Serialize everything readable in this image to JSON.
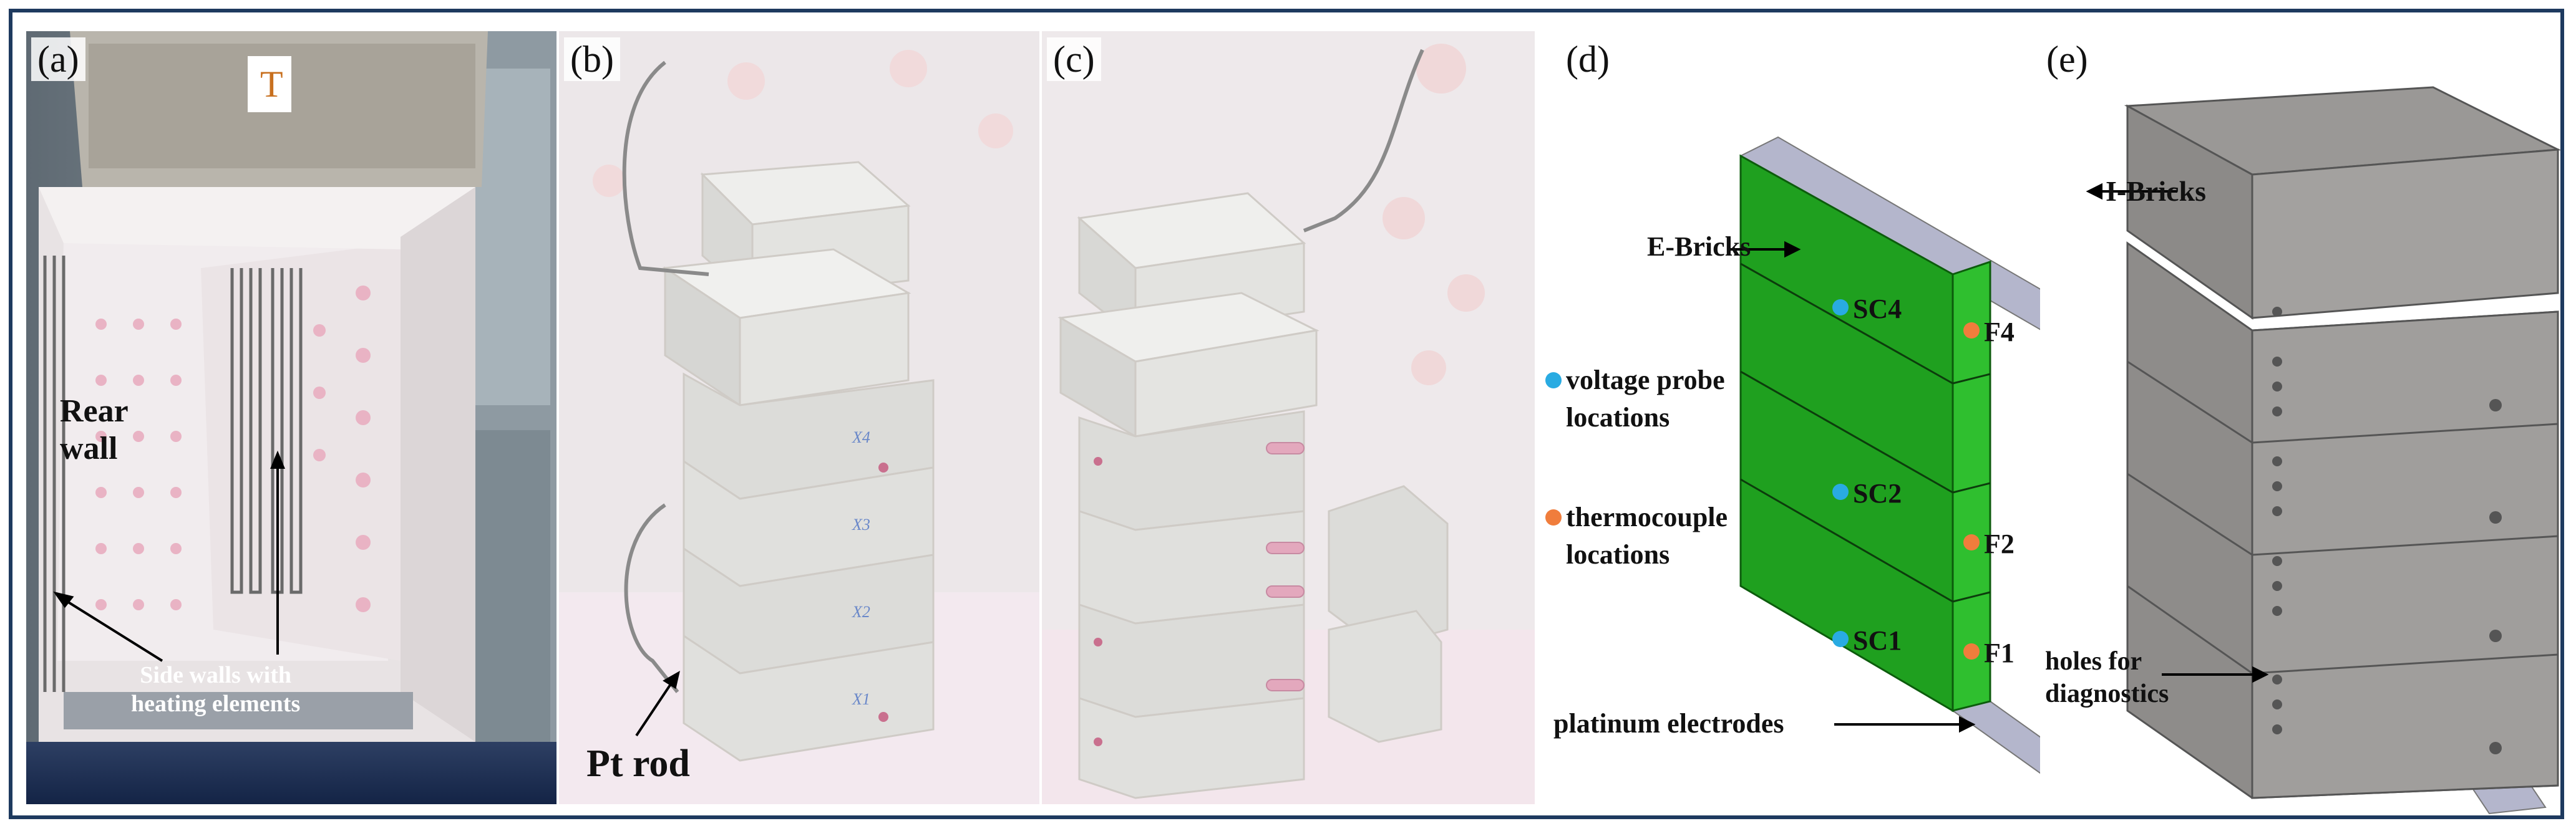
{
  "panels": {
    "a": {
      "label": "(a)",
      "rear_wall_line1": "Rear",
      "rear_wall_line2": "wall",
      "side_walls_line1": "Side walls with",
      "side_walls_line2": "heating elements"
    },
    "b": {
      "label": "(b)",
      "pt_rod": "Pt rod",
      "brick_marks": [
        "X4",
        "X3",
        "X2",
        "X1"
      ]
    },
    "c": {
      "label": "(c)"
    },
    "d": {
      "label": "(d)",
      "e_bricks": "E-Bricks",
      "voltage_probe_line1": "voltage probe",
      "voltage_probe_line2": "locations",
      "thermocouple_line1": "thermocouple",
      "thermocouple_line2": "locations",
      "platinum_electrodes": "platinum electrodes",
      "points": [
        "SC4",
        "SC2",
        "SC1",
        "F4",
        "F2",
        "F1"
      ],
      "voltage_color": "#29abe2",
      "thermocouple_color": "#f07d3c",
      "brick_color": "#1a9e1a"
    },
    "e": {
      "label": "(e)",
      "i_bricks": "I-Bricks",
      "holes_line1": "holes for",
      "holes_line2": "diagnostics"
    }
  }
}
